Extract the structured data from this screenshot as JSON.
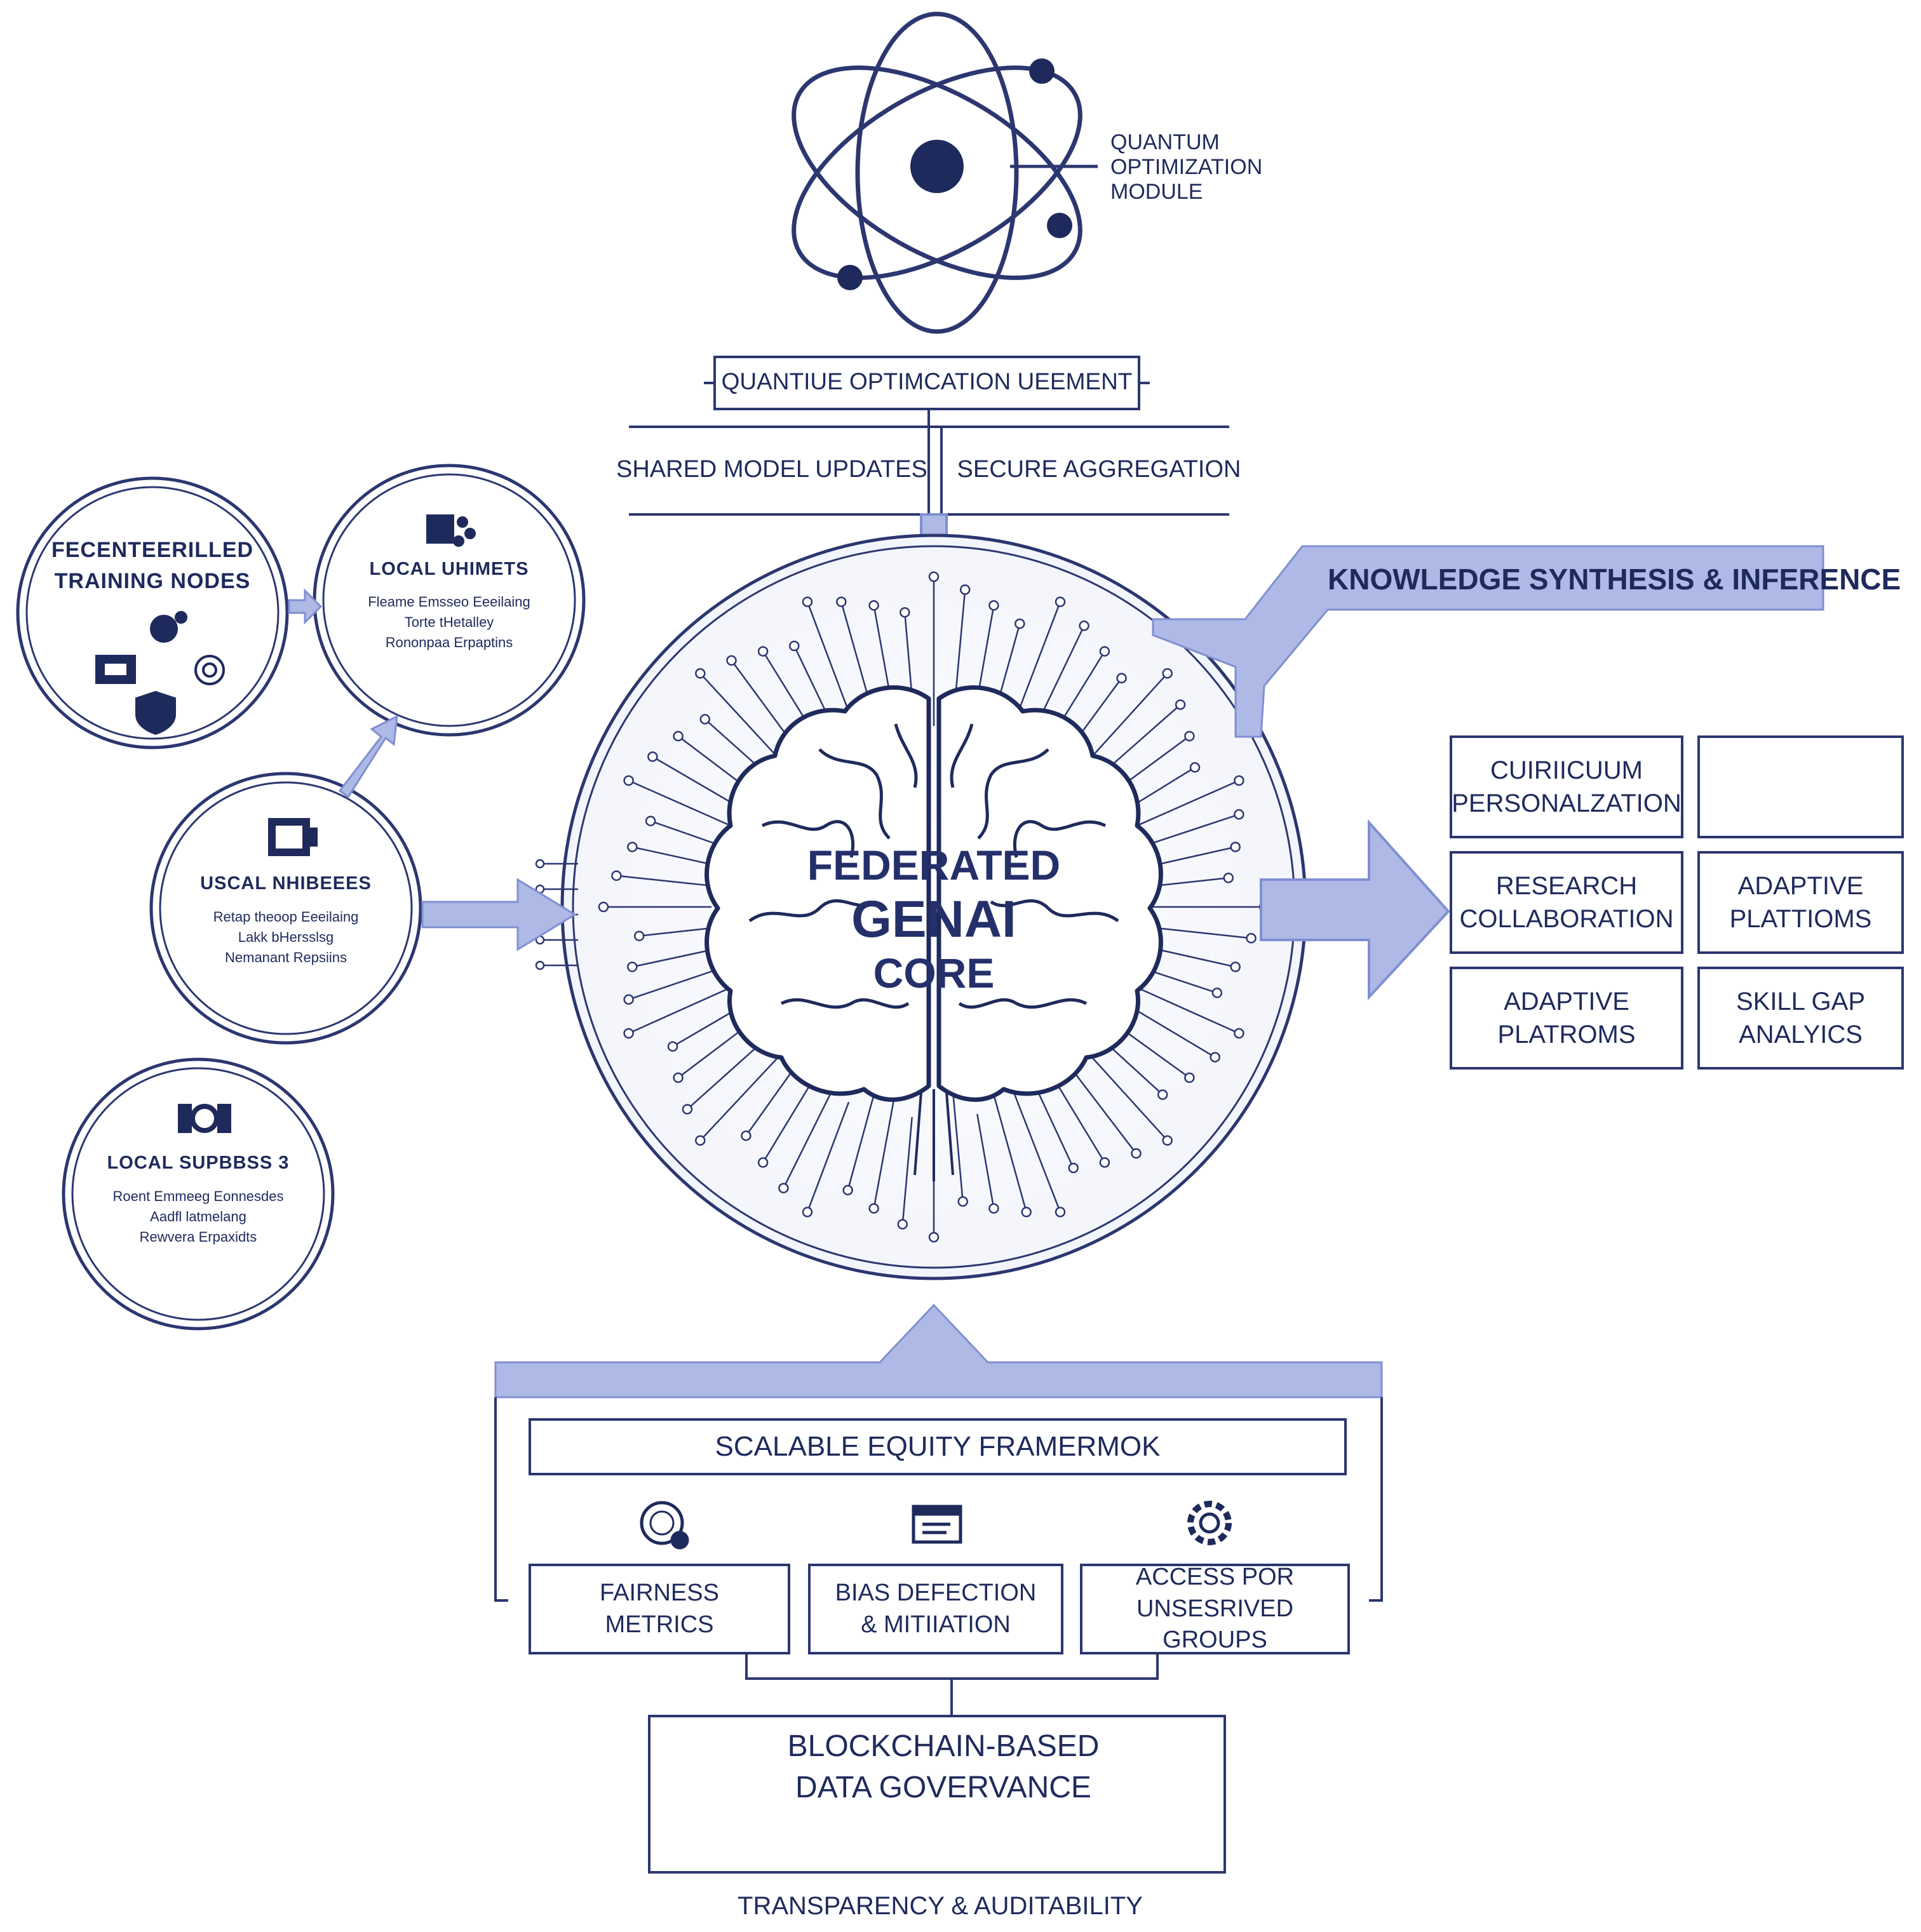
{
  "colors": {
    "ink": "#1f2a5c",
    "line": "#2c3770",
    "accent": "#7f8fd0",
    "accent_fill": "#aeb9e6"
  },
  "quantum": {
    "label": "QUANTUM\nOPTIMIZATION\nMODULE",
    "bar_label": "QUANTIUE OPTIMCATION UEEMENT",
    "left_label": "SHARED MODEL UPDATES",
    "right_label": "SECURE AGGREGATION",
    "icon": "atom-icon"
  },
  "core": {
    "line1": "FEDERATED",
    "line2": "GENAI",
    "line3": "CORE",
    "icon": "brain-circuit-icon"
  },
  "knowledge": {
    "label": "KNOWLEDGE SYNTHESIS & INFERENCE"
  },
  "nodes": [
    {
      "title": "FECENTEERILLED\nTRAINING NODES",
      "icons": [
        "device-icon",
        "network-icon",
        "gear-icon",
        "shield-icon"
      ]
    },
    {
      "title": "LOCAL UHIMETS",
      "text": "Fleame Emsseo Eeeilaing\nTorte tHetalley\nRononpaa Erpaptins",
      "icon": "network-nodes-icon"
    },
    {
      "title": "USCAL NHIBEEES",
      "text": "Retap theoop Eeeilaing\nLakk bHersslsg\nNemanant Repsiins",
      "icon": "server-icon"
    },
    {
      "title": "LOCAL SUPBBSS 3",
      "text": "Roent Emmeeg Eonnesdes\nAadfl latmelang\nRewvera Erpaxidts",
      "icon": "database-icon"
    }
  ],
  "outputs": [
    {
      "label": "CUIRIICUUM\nPERSONALZATION"
    },
    {
      "label": ""
    },
    {
      "label": "RESEARCH\nCOLLABORATION"
    },
    {
      "label": "ADAPTIVE\nPLATTIOMS"
    },
    {
      "label": "ADAPTIVE\nPLATROMS"
    },
    {
      "label": "SKILL GAP\nANALYICS"
    }
  ],
  "equity": {
    "title": "SCALABLE EQUITY FRAMERMOK",
    "items": [
      {
        "label": "FAIRNESS\nMETRICS",
        "icon": "fairness-gauge-icon"
      },
      {
        "label": "BIAS DEFECTION\n& MITIIATION",
        "icon": "monitor-icon"
      },
      {
        "label": "ACCESS POR\nUNSESRIVED GROUPS",
        "icon": "gear-icon"
      }
    ]
  },
  "blockchain": {
    "title": "BLOCKCHAIN-BASED\nDATA GOVERVANCE",
    "caption": "TRANSPARENCY & AUDITABILITY",
    "icons": [
      "chain-link-icon",
      "document-edit-icon"
    ]
  }
}
